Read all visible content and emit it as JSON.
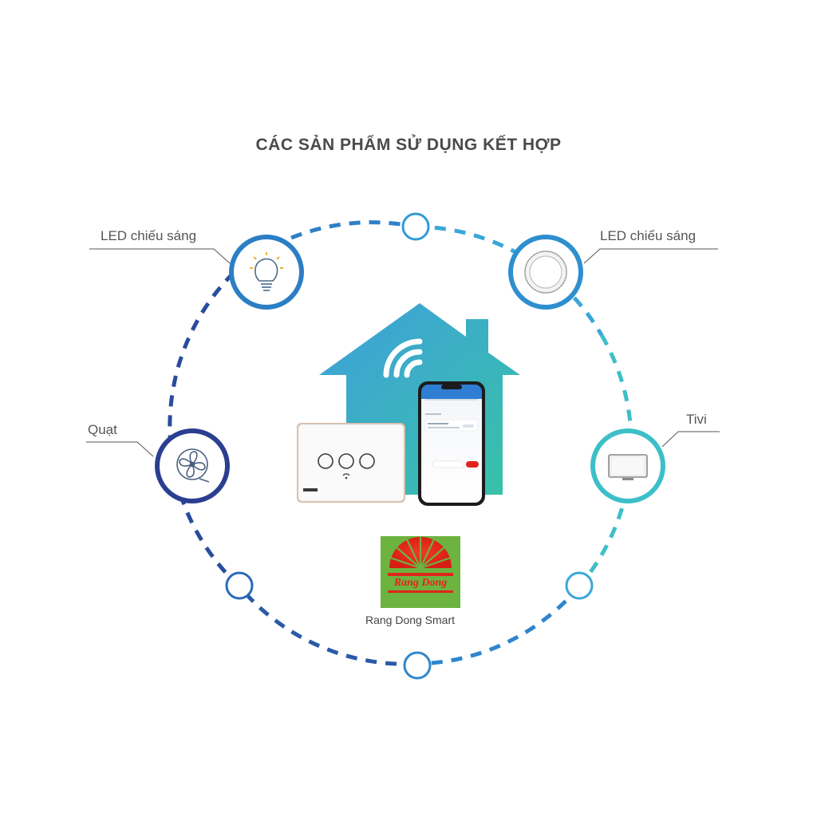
{
  "header": {
    "title": "CÁC SẢN PHẨM SỬ DỤNG KẾT HỢP"
  },
  "nodes": {
    "led_left": {
      "label": "LED chiếu sáng",
      "icon": "light-bulb-icon"
    },
    "led_right": {
      "label": "LED chiếu sáng",
      "icon": "downlight-icon"
    },
    "fan": {
      "label": "Quạt",
      "icon": "fan-icon"
    },
    "tv": {
      "label": "Tivi",
      "icon": "tv-icon"
    }
  },
  "center": {
    "house_icon": "smart-home-wifi-icon",
    "switch_icon": "touch-switch-icon",
    "phone_icon": "smartphone-app-icon"
  },
  "brand": {
    "logo_text": "Rang Dong",
    "caption": "Rang Dong Smart"
  },
  "colors": {
    "title": "#4a4a4a",
    "ring_blue": "#2b6fb5",
    "ring_navy": "#2a3f8f",
    "ring_teal": "#3cb6c2",
    "house_top": "#3fa9d8",
    "house_bottom": "#38c0a8",
    "logo_green": "#6cb33f",
    "logo_red": "#e0261b"
  }
}
